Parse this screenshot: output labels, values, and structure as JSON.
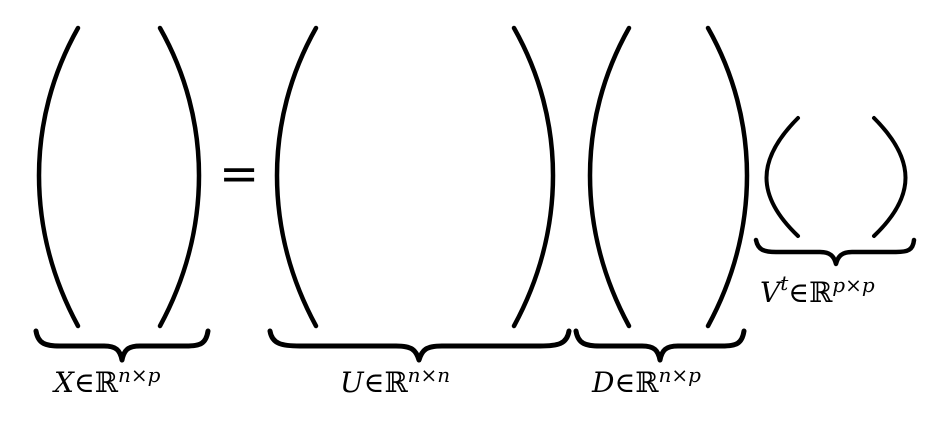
{
  "equation": {
    "equals_sign": "=",
    "matrices": [
      {
        "id": "x",
        "symbol": "X",
        "set": "∈ℝ",
        "exponent": "n×p"
      },
      {
        "id": "u",
        "symbol": "U",
        "set": "∈ℝ",
        "exponent": "n×n"
      },
      {
        "id": "d",
        "symbol": "D",
        "set": "∈ℝ",
        "exponent": "n×p"
      },
      {
        "id": "v",
        "symbol": "V",
        "transpose": "t",
        "set": "∈ℝ",
        "exponent": "p×p"
      }
    ]
  }
}
